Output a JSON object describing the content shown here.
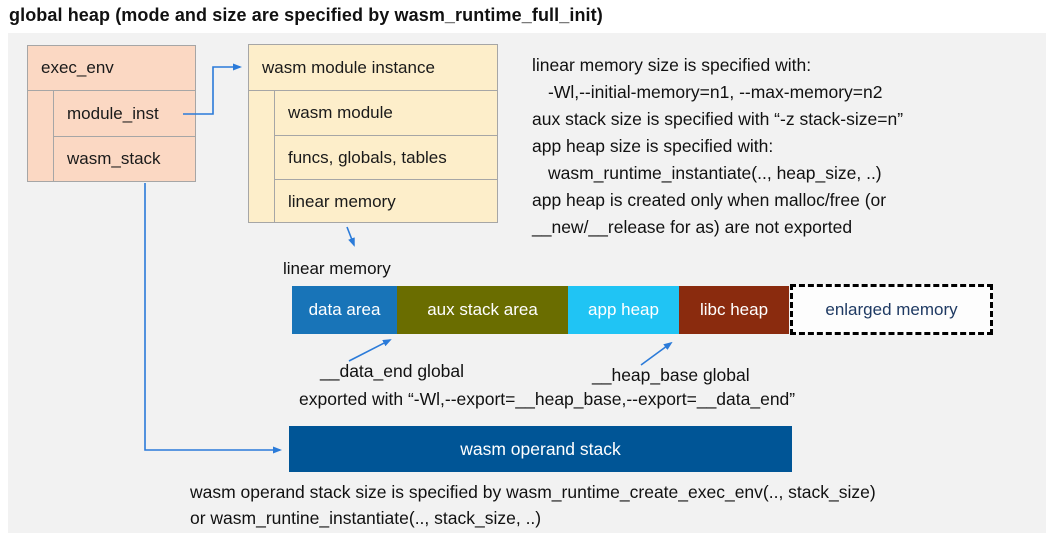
{
  "title": "global heap (mode and size are specified by wasm_runtime_full_init)",
  "exec_env_box": {
    "header": "exec_env",
    "rows": [
      "module_inst",
      "wasm_stack"
    ]
  },
  "module_instance_box": {
    "header": "wasm module instance",
    "rows": [
      "wasm module",
      "funcs, globals, tables",
      "linear memory"
    ]
  },
  "notes_right": {
    "lines": [
      "linear memory size is specified with:",
      "-Wl,--initial-memory=n1, --max-memory=n2",
      "aux stack size is specified with “-z stack-size=n”",
      "app heap size is specified with:",
      "wasm_runtime_instantiate(.., heap_size, ..)",
      "app heap is created only when malloc/free (or",
      "__new/__release for as) are not exported"
    ]
  },
  "linear_memory": {
    "label": "linear memory",
    "segments": [
      {
        "label": "data area",
        "color": "#1874b8"
      },
      {
        "label": "aux stack area",
        "color": "#6a6d00"
      },
      {
        "label": "app heap",
        "color": "#20c4f4"
      },
      {
        "label": "libc heap",
        "color": "#8a2b0e"
      },
      {
        "label": "enlarged memory",
        "color": "#fdfdfd",
        "border_style": "dashed",
        "text_color": "#1f3a63"
      }
    ]
  },
  "annotations": {
    "data_end_label": "__data_end global",
    "heap_base_label": "__heap_base global",
    "export_note": "exported with “-Wl,--export=__heap_base,--export=__data_end”"
  },
  "operand_stack": {
    "label": "wasm operand stack",
    "color": "#005596"
  },
  "notes_bottom": {
    "lines": [
      "wasm operand stack size is specified by wasm_runtime_create_exec_env(.., stack_size)",
      "or wasm_runtine_instantiate(.., stack_size, ..)"
    ]
  },
  "colors": {
    "panel_background": "#f2f2f2",
    "exec_env_fill": "#fbd8c3",
    "module_instance_fill": "#fdeeca",
    "box_border": "#a6a6a6",
    "arrow": "#2b7bd9",
    "text": "#111111"
  }
}
